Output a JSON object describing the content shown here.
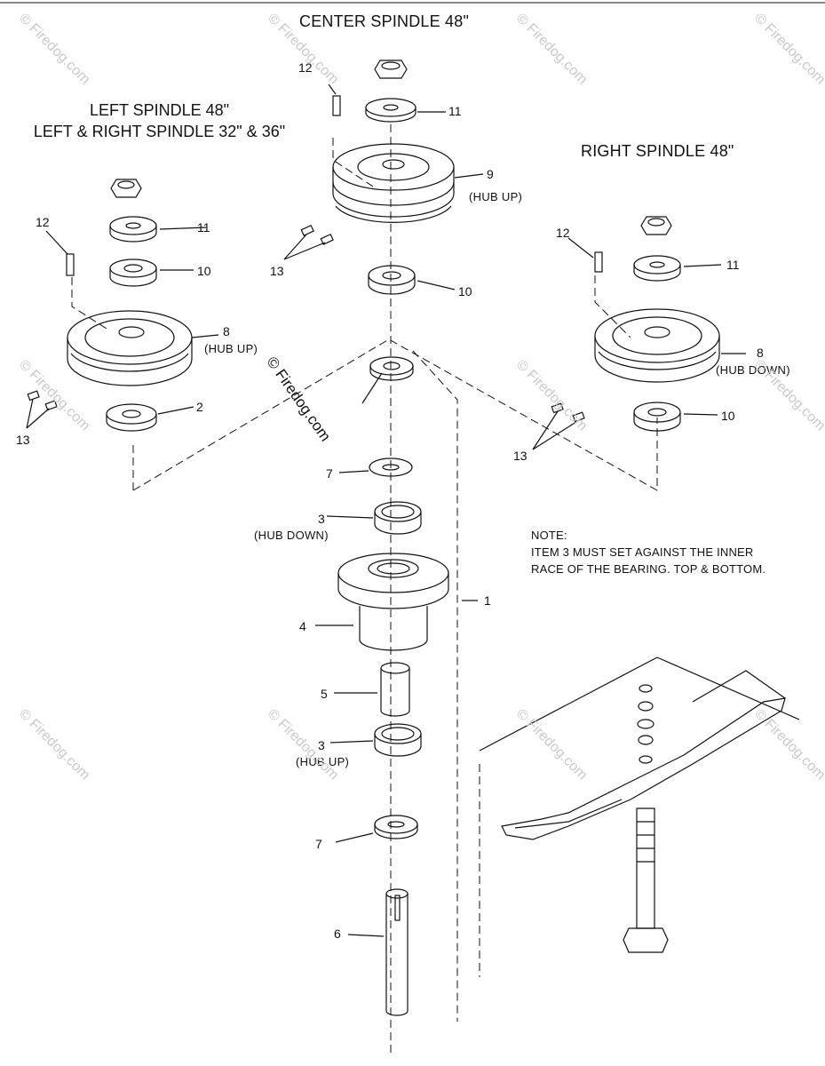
{
  "titles": {
    "center": "CENTER SPINDLE 48\"",
    "left_line1": "LEFT SPINDLE 48\"",
    "left_line2": "LEFT & RIGHT SPINDLE 32\" & 36\"",
    "right": "RIGHT SPINDLE 48\""
  },
  "note": {
    "heading": "NOTE:",
    "line1": "ITEM 3 MUST SET AGAINST THE INNER",
    "line2": "RACE OF THE BEARING. TOP & BOTTOM."
  },
  "labels": {
    "n1": "1",
    "n2": "2",
    "n3": "3",
    "n4": "4",
    "n5": "5",
    "n6": "6",
    "n7": "7",
    "n8": "8",
    "n9": "9",
    "n10": "10",
    "n11": "11",
    "n12": "12",
    "n13": "13"
  },
  "subs": {
    "hub_up": "(HUB UP)",
    "hub_down": "(HUB DOWN)"
  },
  "watermark": {
    "text": "© Firedog.com"
  },
  "colors": {
    "ink": "#111111",
    "watermark": "#c9c9c9"
  }
}
